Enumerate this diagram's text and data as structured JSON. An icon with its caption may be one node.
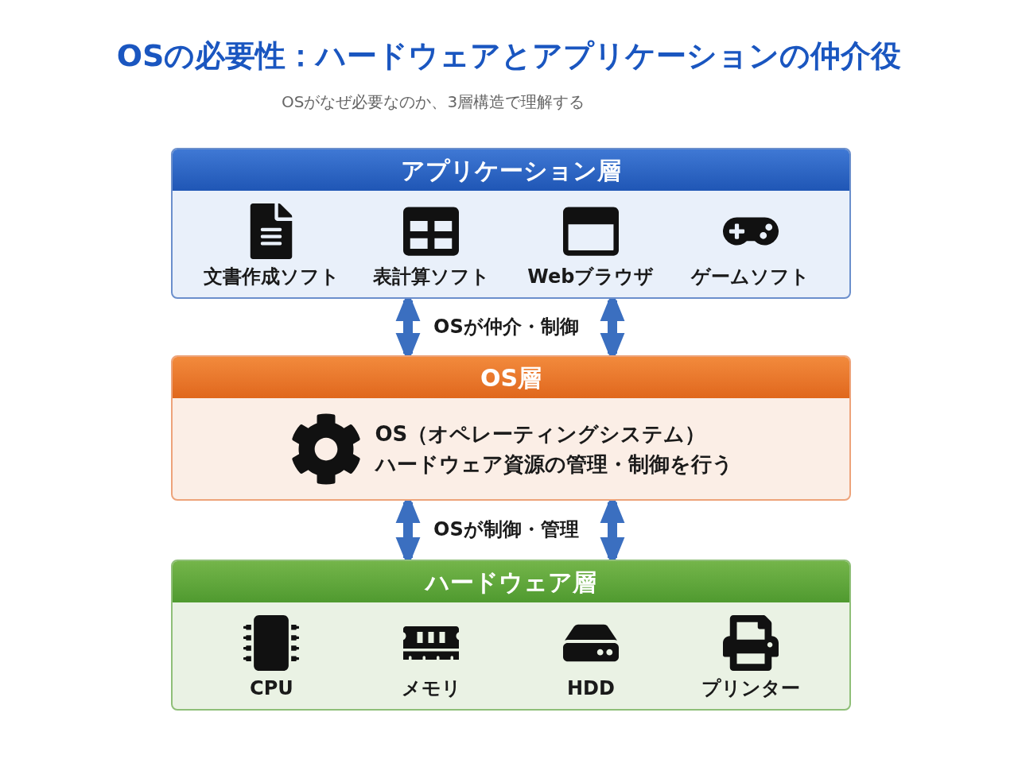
{
  "diagram": {
    "title": "OSの必要性：ハードウェアとアプリケーションの仲介役",
    "caption": "OSがなぜ必要なのか、3層構造で理解する",
    "nodes": [
      {
        "text": [
          "アプリケーション層"
        ]
      },
      {
        "text": [
          "文書作成ソフト"
        ],
        "in": 0
      },
      {
        "text": [
          "表計算ソフト"
        ],
        "in": 0
      },
      {
        "text": [
          "Webブラウザ"
        ],
        "in": 0
      },
      {
        "text": [
          "ゲームソフト"
        ],
        "in": 0
      },
      {
        "text": [
          "OS層",
          "OS（オペレーティングシステム）",
          "ハードウェア資源の管理・制御を行う"
        ]
      },
      {
        "text": [
          "ハードウェア層"
        ]
      },
      {
        "text": [
          "CPU"
        ],
        "in": 6
      },
      {
        "text": [
          "メモリ"
        ],
        "in": 6
      },
      {
        "text": [
          "HDD"
        ],
        "in": 6
      },
      {
        "text": [
          "プリンター"
        ],
        "in": 6
      }
    ],
    "edges": [
      {
        "from": 0,
        "to": 5,
        "arrow": "both",
        "label": "OSが仲介・制御"
      },
      {
        "from": 0,
        "to": 5,
        "arrow": "both"
      },
      {
        "from": 5,
        "to": 6,
        "arrow": "both",
        "label": "OSが制御・管理"
      },
      {
        "from": 5,
        "to": 6,
        "arrow": "both"
      }
    ]
  }
}
